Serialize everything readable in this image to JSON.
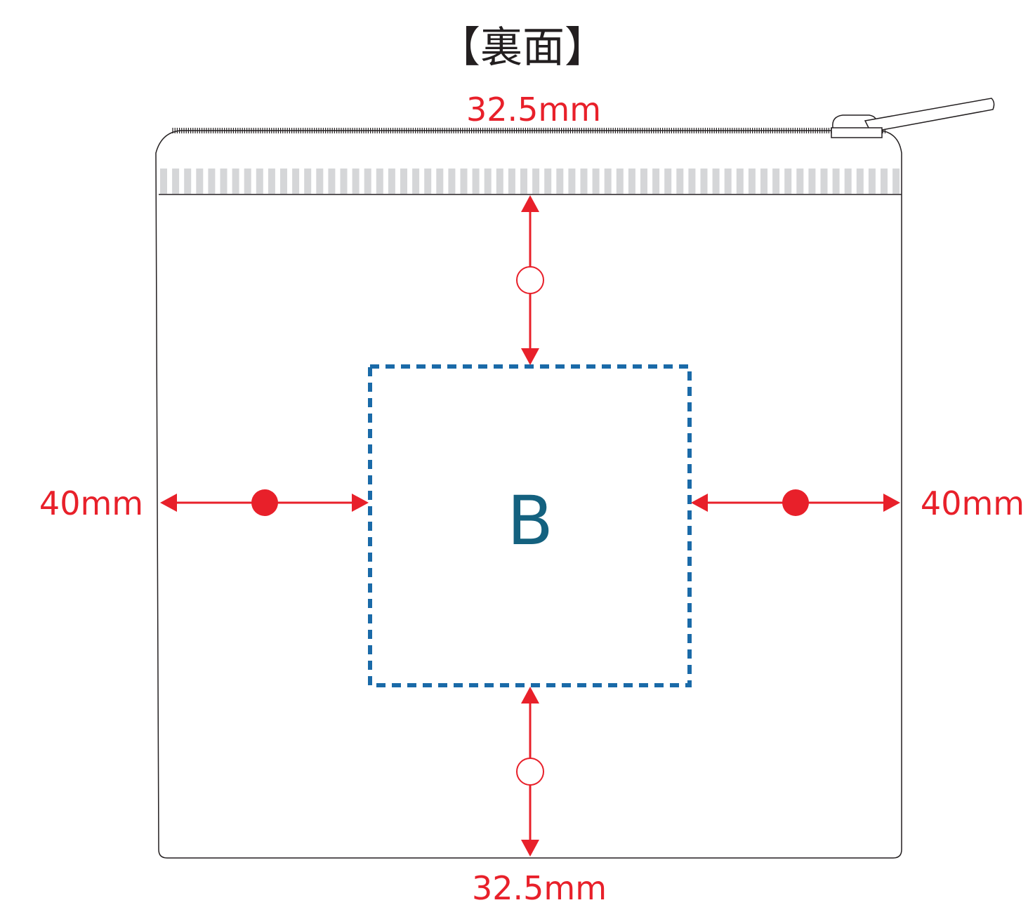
{
  "title": "【裏面】",
  "dimensions": {
    "top": "32.5mm",
    "bottom": "32.5mm",
    "left": "40mm",
    "right": "40mm"
  },
  "print_area": {
    "label": "B"
  },
  "colors": {
    "dimension": "#e8202a",
    "print_area": "#1a6aa8",
    "label": "#14617f",
    "outline": "#231f20",
    "tape": "#d5d6d8"
  }
}
